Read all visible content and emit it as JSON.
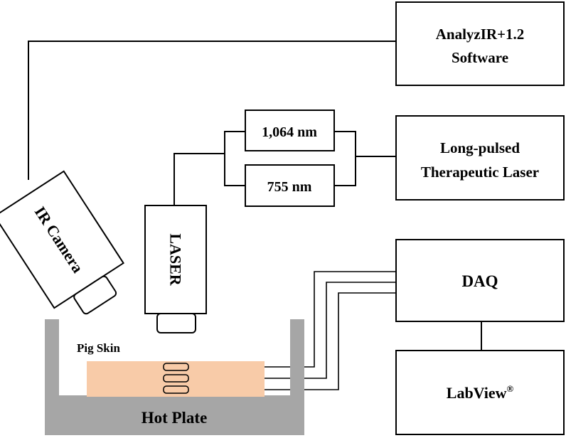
{
  "boxes": {
    "software": [
      "AnalyzIR+1.2",
      "Software"
    ],
    "nm1064": "1,064 nm",
    "nm755": "755 nm",
    "therapeutic_laser": [
      "Long-pulsed",
      "Therapeutic Laser"
    ],
    "daq": "DAQ",
    "labview": "LabView",
    "labview_mark": "®"
  },
  "devices": {
    "ir_camera": "IR Camera",
    "laser": "LASER"
  },
  "setup": {
    "pig_skin": "Pig Skin",
    "hot_plate": "Hot Plate"
  },
  "colors": {
    "line": "#000000",
    "hot_plate": "#a6a6a6",
    "pig_skin": "#f8cba8"
  }
}
